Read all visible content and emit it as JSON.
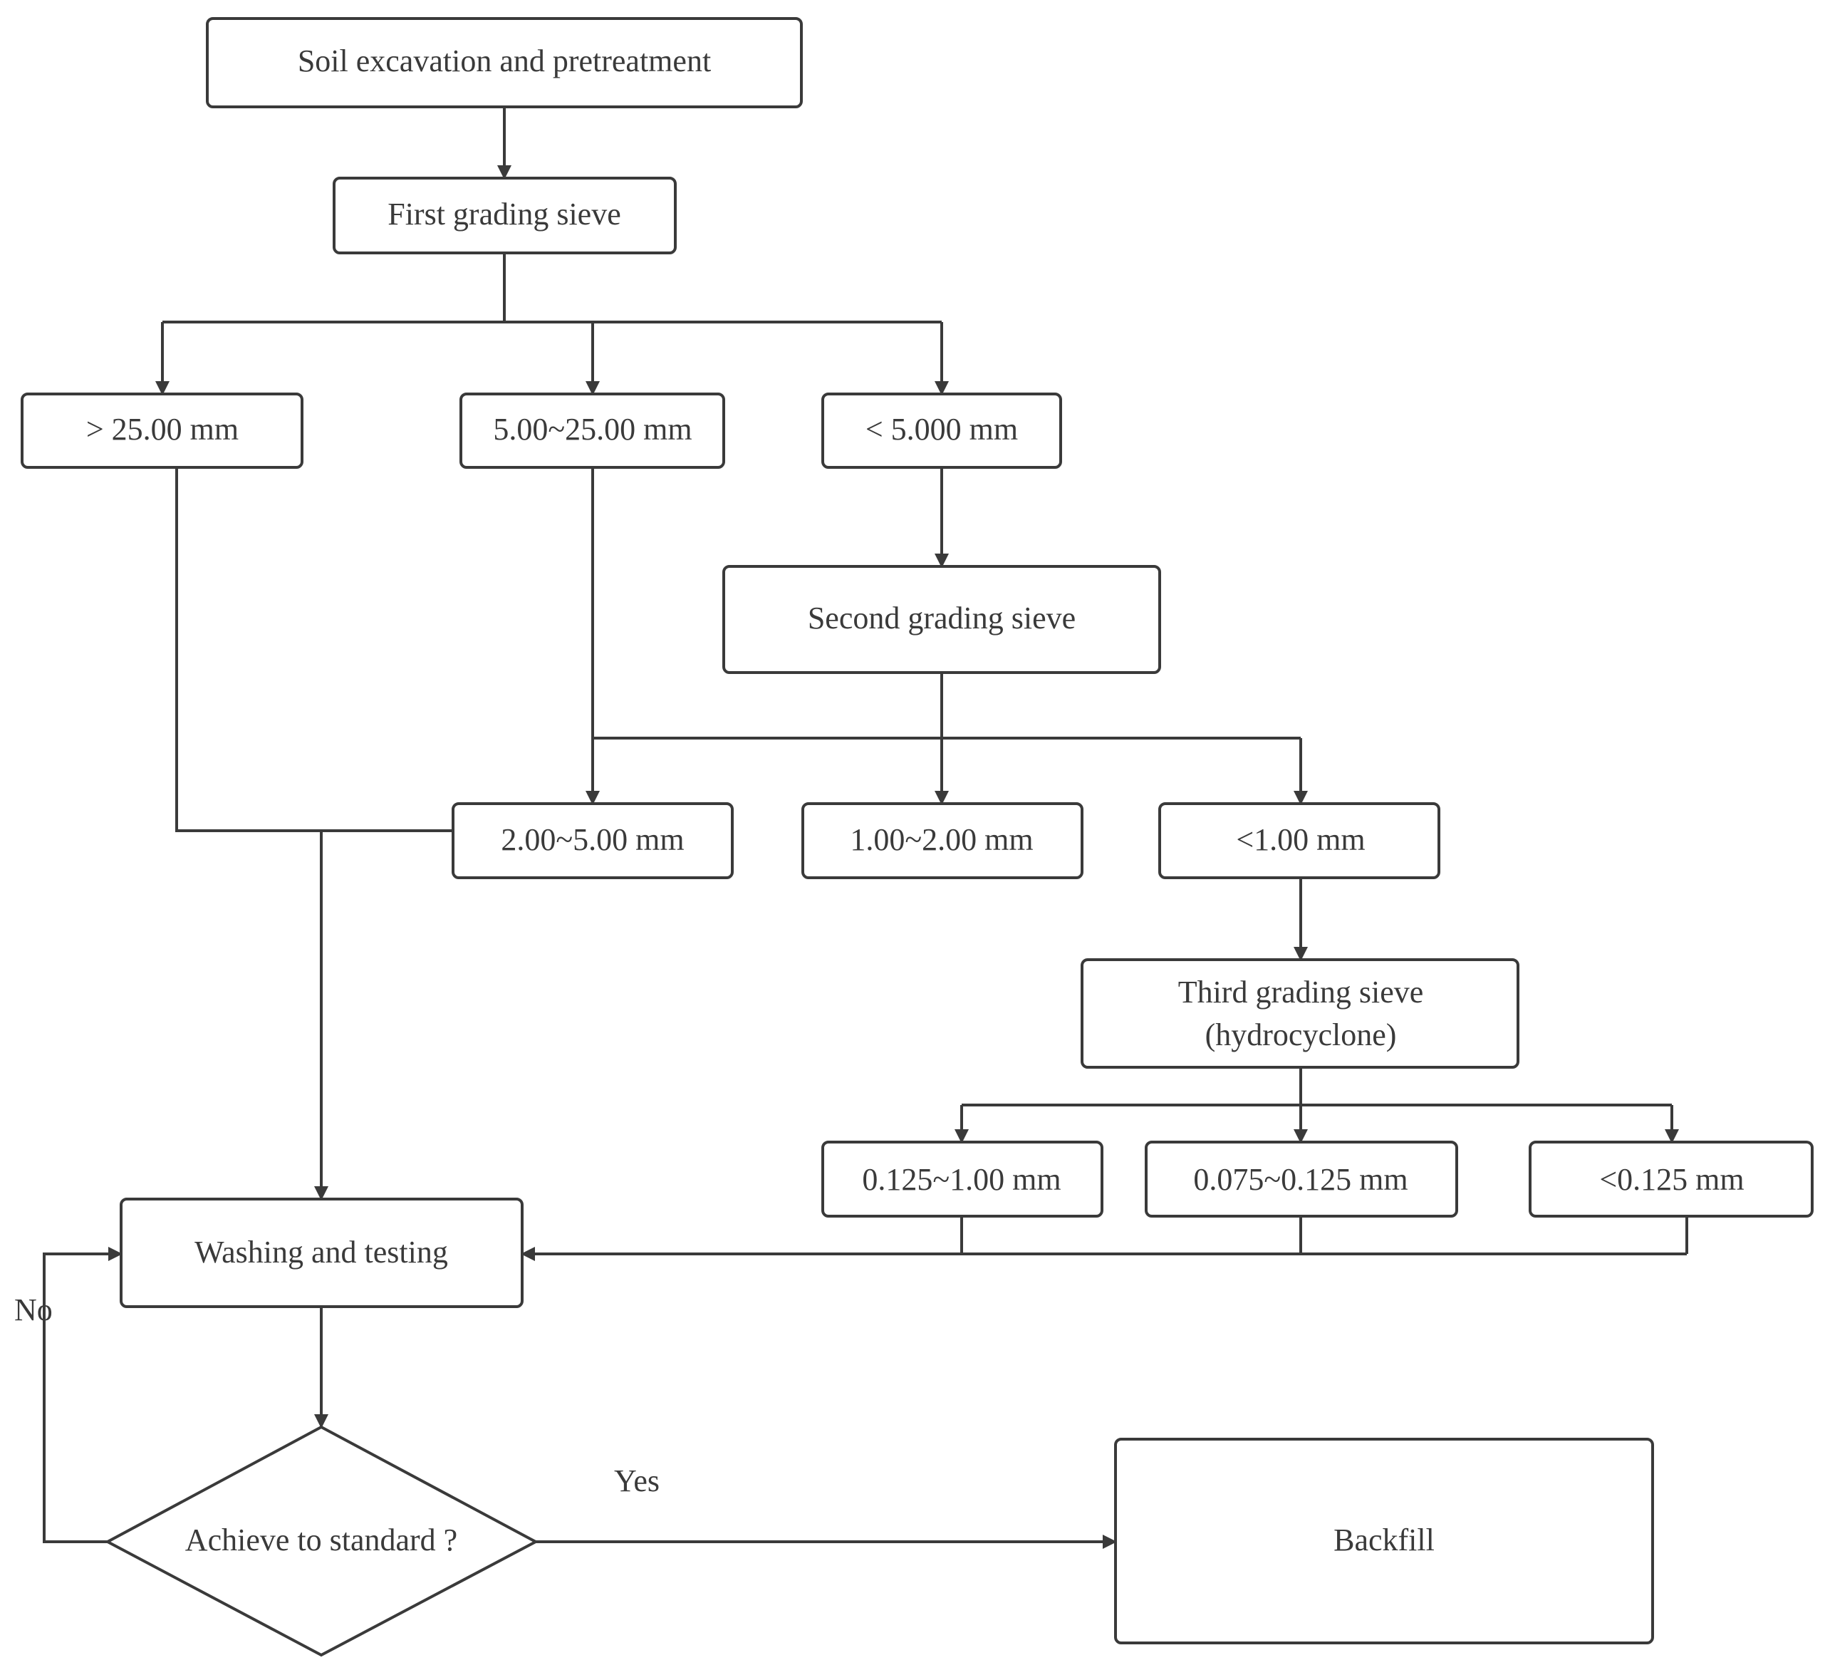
{
  "nodes": {
    "soil_excavation": "Soil excavation and pretreatment",
    "first_sieve": "First grading sieve",
    "gt_25": "> 25.00 mm",
    "r_5_25": "5.00~25.00 mm",
    "lt_5": "< 5.000 mm",
    "second_sieve": "Second grading sieve",
    "r_2_5": "2.00~5.00 mm",
    "r_1_2": "1.00~2.00 mm",
    "lt_1": "<1.00 mm",
    "third_sieve_line1": "Third grading sieve",
    "third_sieve_line2": "(hydrocyclone)",
    "r_0125_1": "0.125~1.00 mm",
    "r_0075_0125": "0.075~0.125 mm",
    "lt_0125": "<0.125 mm",
    "washing": "Washing and testing",
    "decision": "Achieve to standard ?",
    "backfill": "Backfill"
  },
  "edge_labels": {
    "no": "No",
    "yes": "Yes"
  },
  "colors": {
    "stroke": "#3a3a3a",
    "text": "#3a3a3a",
    "background": "#ffffff"
  }
}
